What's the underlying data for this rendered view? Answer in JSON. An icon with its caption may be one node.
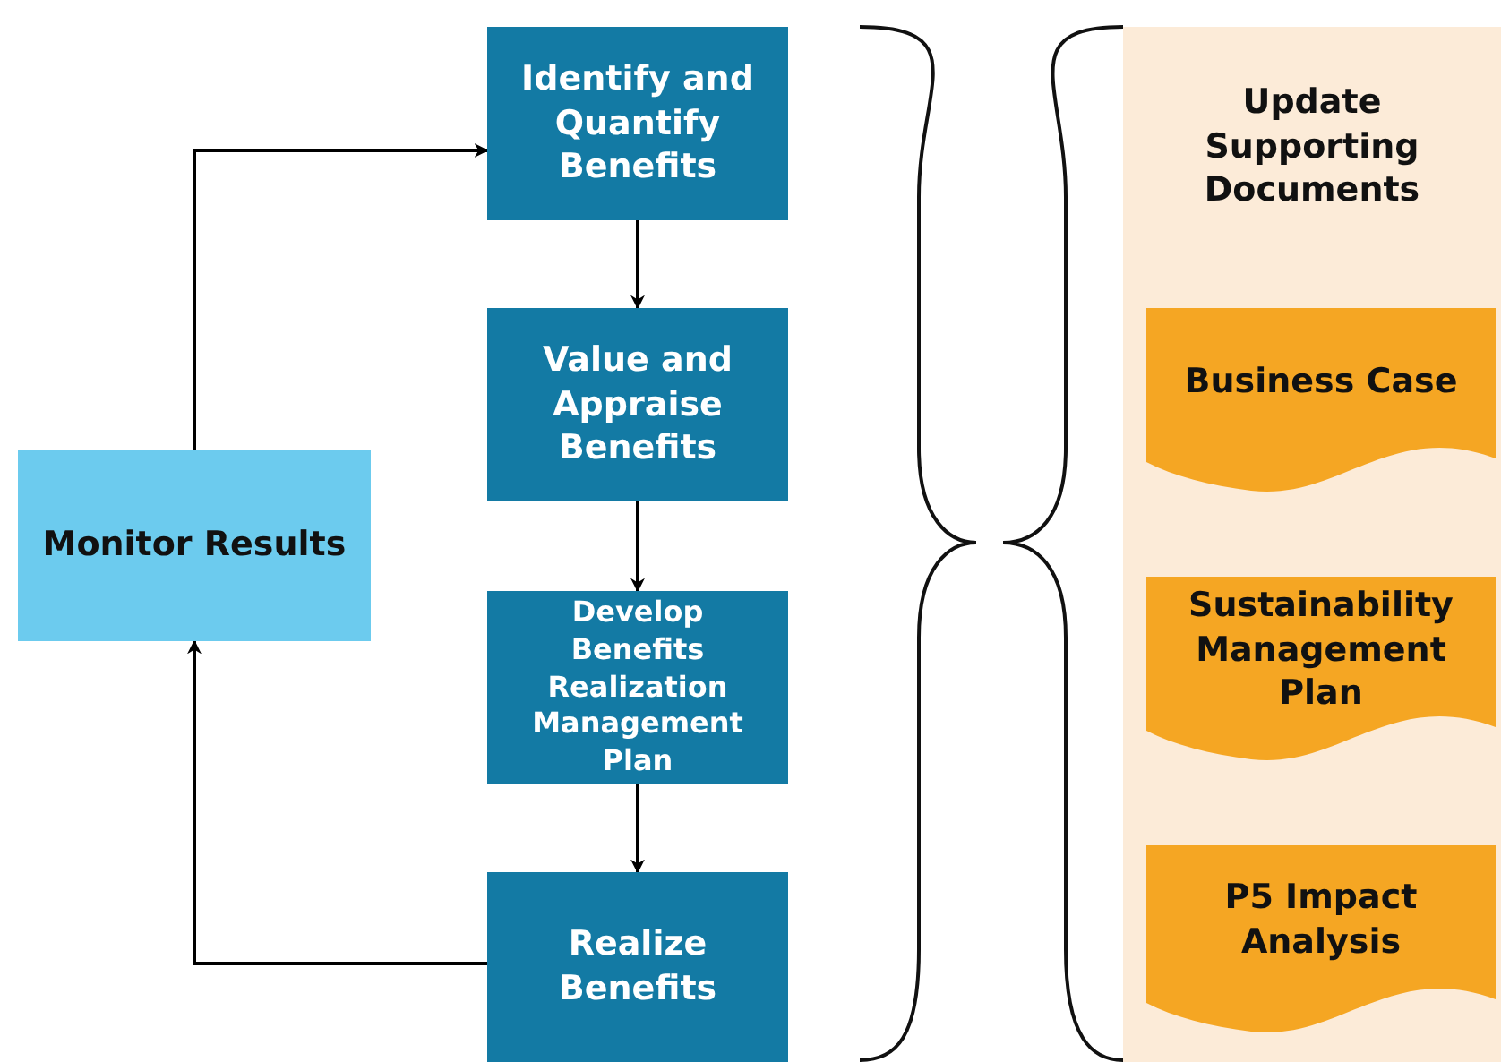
{
  "diagram": {
    "nodes": [
      {
        "text": [
          "Identify and Quantify Benefits"
        ]
      },
      {
        "text": [
          "Value and Appraise Benefits"
        ]
      },
      {
        "text": [
          "Develop Benefits Realization Management Plan"
        ]
      },
      {
        "text": [
          "Realize Benefits"
        ]
      },
      {
        "text": [
          "Monitor Results"
        ]
      },
      {
        "text": [
          "Update Supporting Documents"
        ]
      },
      {
        "text": [
          "Business Case"
        ],
        "in": 5
      },
      {
        "text": [
          "Sustainability Management Plan"
        ],
        "in": 5
      },
      {
        "text": [
          "P5 Impact Analysis"
        ],
        "in": 5
      }
    ],
    "edges": [
      {
        "from": 0,
        "to": 1,
        "arrow": "to"
      },
      {
        "from": 1,
        "to": 2,
        "arrow": "to"
      },
      {
        "from": 2,
        "to": 3,
        "arrow": "to"
      },
      {
        "from": 3,
        "to": 4,
        "arrow": "to"
      },
      {
        "from": 4,
        "to": 0,
        "arrow": "to"
      }
    ]
  }
}
